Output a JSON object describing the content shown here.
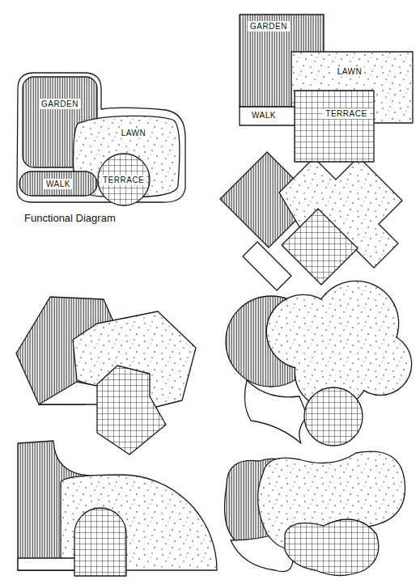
{
  "diagram": {
    "nodes": [
      {
        "text": [
          "GARDEN"
        ]
      },
      {
        "text": [
          "LAWN"
        ]
      },
      {
        "text": [
          "WALK"
        ]
      },
      {
        "text": [
          "TERRACE"
        ]
      },
      {
        "text": [
          "GARDEN"
        ]
      },
      {
        "text": [
          "LAWN"
        ]
      },
      {
        "text": [
          "WALK"
        ]
      },
      {
        "text": [
          "TERRACE"
        ]
      }
    ],
    "labels": [
      "Functional Diagram"
    ]
  }
}
